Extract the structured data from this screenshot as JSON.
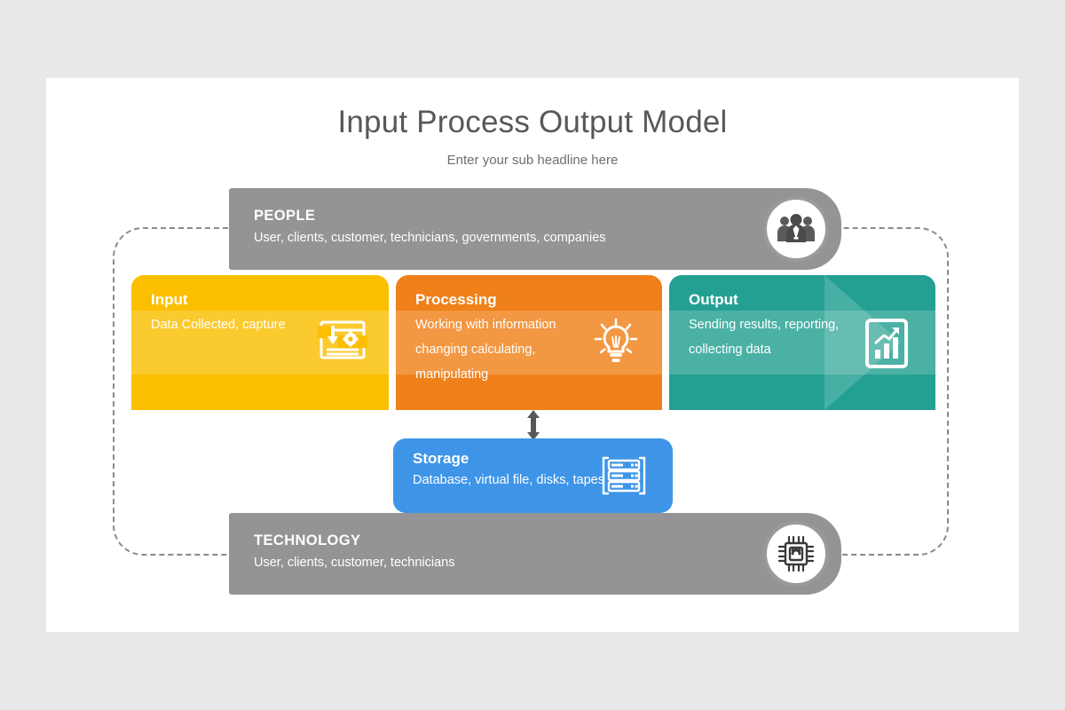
{
  "slide": {
    "title": "Input Process Output Model",
    "subtitle": "Enter your sub headline here",
    "background": "#e8e7e9",
    "surface": "#ffffff"
  },
  "banners": [
    {
      "key": "people",
      "title": "PEOPLE",
      "subtitle": "User, clients, customer, technicians, governments, companies",
      "icon": "people-group-icon",
      "color": "#949497"
    },
    {
      "key": "technology",
      "title": "TECHNOLOGY",
      "subtitle": "User, clients, customer, technicians",
      "icon": "microchip-gear-icon",
      "color": "#949497"
    }
  ],
  "cards": [
    {
      "key": "input",
      "title": "Input",
      "body": "Data Collected, capture",
      "icon": "window-download-gear-icon",
      "color": "#fbbf00"
    },
    {
      "key": "processing",
      "title": "Processing",
      "body": "Working with information changing calculating, manipulating",
      "icon": "lightbulb-icon",
      "color": "#f08019"
    },
    {
      "key": "output",
      "title": "Output",
      "body": "Sending results, reporting, collecting data",
      "icon": "bar-chart-document-icon",
      "color": "#24a092"
    }
  ],
  "storage": {
    "title": "Storage",
    "body": "Database, virtual file, disks, tapes",
    "icon": "server-rack-icon",
    "color": "#3e95e8"
  },
  "connector": {
    "icon": "double-vertical-arrow-icon",
    "color": "#58585a"
  },
  "frame": {
    "style": "dashed-rounded-rectangle",
    "color": "#8a8a8c"
  }
}
